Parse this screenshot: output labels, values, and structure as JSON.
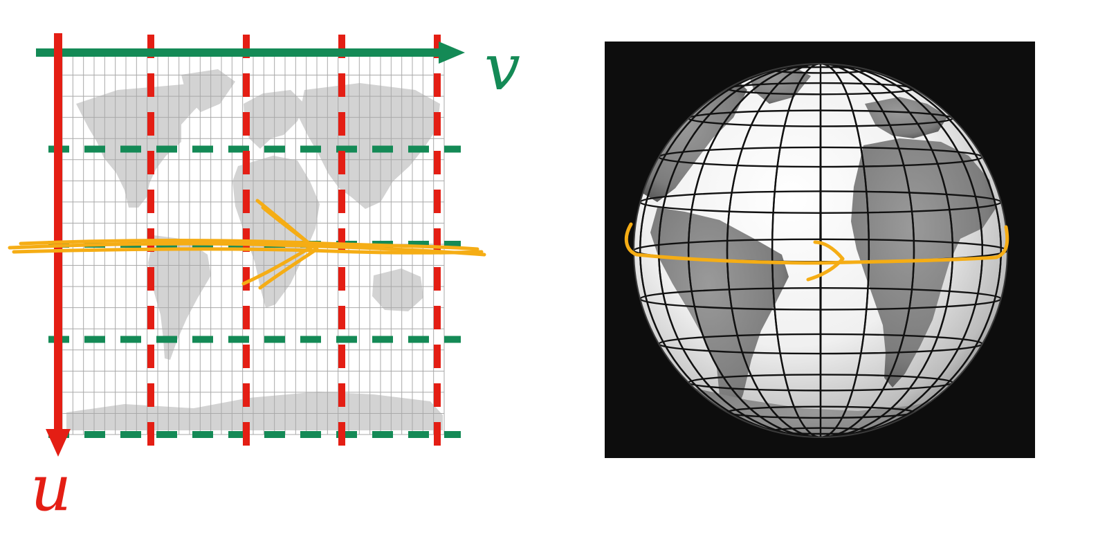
{
  "uv_map": {
    "u_axis_label": "u",
    "v_axis_label": "v",
    "u_axis_color": "#e41e14",
    "v_axis_color": "#148a56",
    "iso_u_line_color": "#e41e14",
    "iso_v_line_color": "#148a56",
    "grid_cells": {
      "columns": 36,
      "rows": 18
    },
    "iso_v_lines": 4,
    "iso_u_lines": 4,
    "texture": "world-map-equirectangular"
  },
  "globe": {
    "background_color": "#0d0d0d",
    "meridians": 12,
    "parallels": 12,
    "texture": "world-map-sphere"
  },
  "annotation": {
    "color": "#f5ad15",
    "icon": "arrow-right-icon"
  }
}
